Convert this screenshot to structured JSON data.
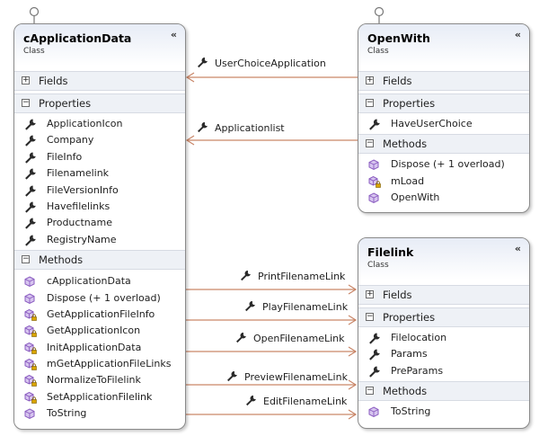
{
  "labels": {
    "class": "Class",
    "fields": "Fields",
    "properties": "Properties",
    "methods": "Methods"
  },
  "glyphs": {
    "collapse": "«",
    "expand": "+",
    "collapse_section": "−"
  },
  "colors": {
    "line": "#c98668",
    "method": "#8a5bc0",
    "wrench": "#2a2a2a",
    "header": "#e7ecf6",
    "section": "#eef1f6"
  },
  "cApplicationData": {
    "name": "cApplicationData",
    "stereotype": "Class",
    "properties": [
      {
        "label": "ApplicationIcon",
        "icon": "wrench-icon"
      },
      {
        "label": "Company",
        "icon": "wrench-icon"
      },
      {
        "label": "FileInfo",
        "icon": "wrench-icon"
      },
      {
        "label": "Filenamelink",
        "icon": "wrench-icon"
      },
      {
        "label": "FileVersionInfo",
        "icon": "wrench-icon"
      },
      {
        "label": "Havefilelinks",
        "icon": "wrench-icon"
      },
      {
        "label": "Productname",
        "icon": "wrench-icon"
      },
      {
        "label": "RegistryName",
        "icon": "wrench-icon"
      }
    ],
    "methods": [
      {
        "label": "cApplicationData",
        "icon": "method-icon"
      },
      {
        "label": "Dispose (+ 1 overload)",
        "icon": "method-icon"
      },
      {
        "label": "GetApplicationFileInfo",
        "icon": "private-method-icon"
      },
      {
        "label": "GetApplicationIcon",
        "icon": "private-method-icon"
      },
      {
        "label": "InitApplicationData",
        "icon": "private-method-icon"
      },
      {
        "label": "mGetApplicationFileLinks",
        "icon": "private-method-icon"
      },
      {
        "label": "NormalizeToFilelink",
        "icon": "private-method-icon"
      },
      {
        "label": "SetApplicationFilelink",
        "icon": "private-method-icon"
      },
      {
        "label": "ToString",
        "icon": "method-icon"
      }
    ]
  },
  "OpenWith": {
    "name": "OpenWith",
    "stereotype": "Class",
    "properties": [
      {
        "label": "HaveUserChoice",
        "icon": "wrench-icon"
      }
    ],
    "methods": [
      {
        "label": "Dispose (+ 1 overload)",
        "icon": "method-icon"
      },
      {
        "label": "mLoad",
        "icon": "private-method-icon"
      },
      {
        "label": "OpenWith",
        "icon": "method-icon"
      }
    ]
  },
  "Filelink": {
    "name": "Filelink",
    "stereotype": "Class",
    "properties": [
      {
        "label": "Filelocation",
        "icon": "wrench-icon"
      },
      {
        "label": "Params",
        "icon": "wrench-icon"
      },
      {
        "label": "PreParams",
        "icon": "wrench-icon"
      }
    ],
    "methods": [
      {
        "label": "ToString",
        "icon": "method-icon"
      }
    ]
  },
  "associations": [
    {
      "label": "UserChoiceApplication",
      "from": "OpenWith",
      "to": "cApplicationData"
    },
    {
      "label": "Applicationlist",
      "from": "OpenWith",
      "to": "cApplicationData"
    },
    {
      "label": "PrintFilenameLink",
      "from": "cApplicationData",
      "to": "Filelink"
    },
    {
      "label": "PlayFilenameLink",
      "from": "cApplicationData",
      "to": "Filelink"
    },
    {
      "label": "OpenFilenameLink",
      "from": "cApplicationData",
      "to": "Filelink"
    },
    {
      "label": "PreviewFilenameLink",
      "from": "cApplicationData",
      "to": "Filelink"
    },
    {
      "label": "EditFilenameLink",
      "from": "cApplicationData",
      "to": "Filelink"
    }
  ]
}
